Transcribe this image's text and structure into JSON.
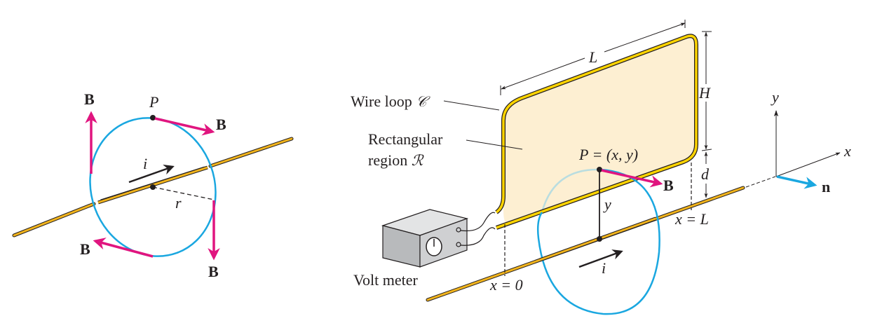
{
  "figure": {
    "left_panel": {
      "point_label": "P",
      "current_label": "i",
      "radius_label": "r",
      "field_labels": [
        "B",
        "B",
        "B",
        "B"
      ]
    },
    "right_panel": {
      "wire_loop_label": "Wire loop ",
      "wire_loop_symbol": "𝒞",
      "region_label_line1": "Rectangular",
      "region_label_line2": "region ",
      "region_symbol": "ℛ",
      "length_label": "L",
      "height_label": "H",
      "distance_label": "d",
      "point_label": "P = (x, y)",
      "field_label": "B",
      "y_segment_label": "y",
      "current_label": "i",
      "x_start_label": "x = 0",
      "x_end_label": "x = L",
      "volt_meter_label": "Volt meter",
      "axes": {
        "x_label": "x",
        "y_label": "y",
        "normal_label": "n"
      }
    },
    "colors": {
      "wire_fill": "#f2b41c",
      "loop_fill": "#ffd400",
      "region_fill": "#fdefd2",
      "field_arrow": "#e0157f",
      "circle": "#1aa7e0",
      "circle_faded": "#b9dde0",
      "meter_body": "#cfd0d2",
      "ink": "#231f20"
    }
  }
}
